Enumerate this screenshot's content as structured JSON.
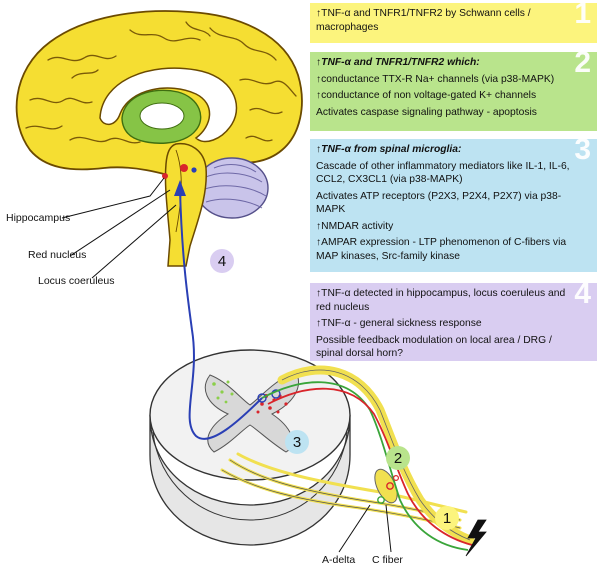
{
  "labels": {
    "hippocampus": "Hippocampus",
    "red_nucleus": "Red nucleus",
    "locus_coeruleus": "Locus coeruleus",
    "a_delta": "A-delta",
    "c_fiber": "C fiber"
  },
  "markers": {
    "m1": "1",
    "m2": "2",
    "m3": "3",
    "m4": "4"
  },
  "boxes": {
    "b1": {
      "num": "1",
      "lines": [
        "↑TNF-α and TNFR1/TNFR2 by Schwann cells / macrophages"
      ]
    },
    "b2": {
      "num": "2",
      "title": "↑TNF-α and TNFR1/TNFR2 which:",
      "lines": [
        "↑conductance TTX-R Na+ channels (via p38-MAPK)",
        "↑conductance of non voltage-gated K+ channels",
        "Activates caspase signaling pathway - apoptosis"
      ]
    },
    "b3": {
      "num": "3",
      "title": "↑TNF-α from spinal microglia:",
      "lines": [
        "Cascade of other inflammatory mediators like IL-1, IL-6, CCL2, CX3CL1 (via p38-MAPK)",
        "Activates ATP receptors (P2X3, P2X4, P2X7) via p38-MAPK",
        "↑NMDAR activity",
        "↑AMPAR expression - LTP phenomenon of C-fibers via MAP kinases, Src-family kinase"
      ]
    },
    "b4": {
      "num": "4",
      "lines": [
        "↑TNF-α detected in hippocampus, locus coeruleus and red nucleus",
        "↑TNF-α - general sickness response",
        "Possible feedback modulation on local area / DRG / spinal dorsal horn?"
      ]
    }
  },
  "colors": {
    "box1": "#fcf47d",
    "box2": "#b9e48c",
    "box3": "#bde3f2",
    "box4": "#d9cdf1",
    "brain": "#f5de32",
    "cerebellum": "#c9c4ea",
    "pathway": "#2a3fb5",
    "cord_gray": "#dcdcdc"
  }
}
